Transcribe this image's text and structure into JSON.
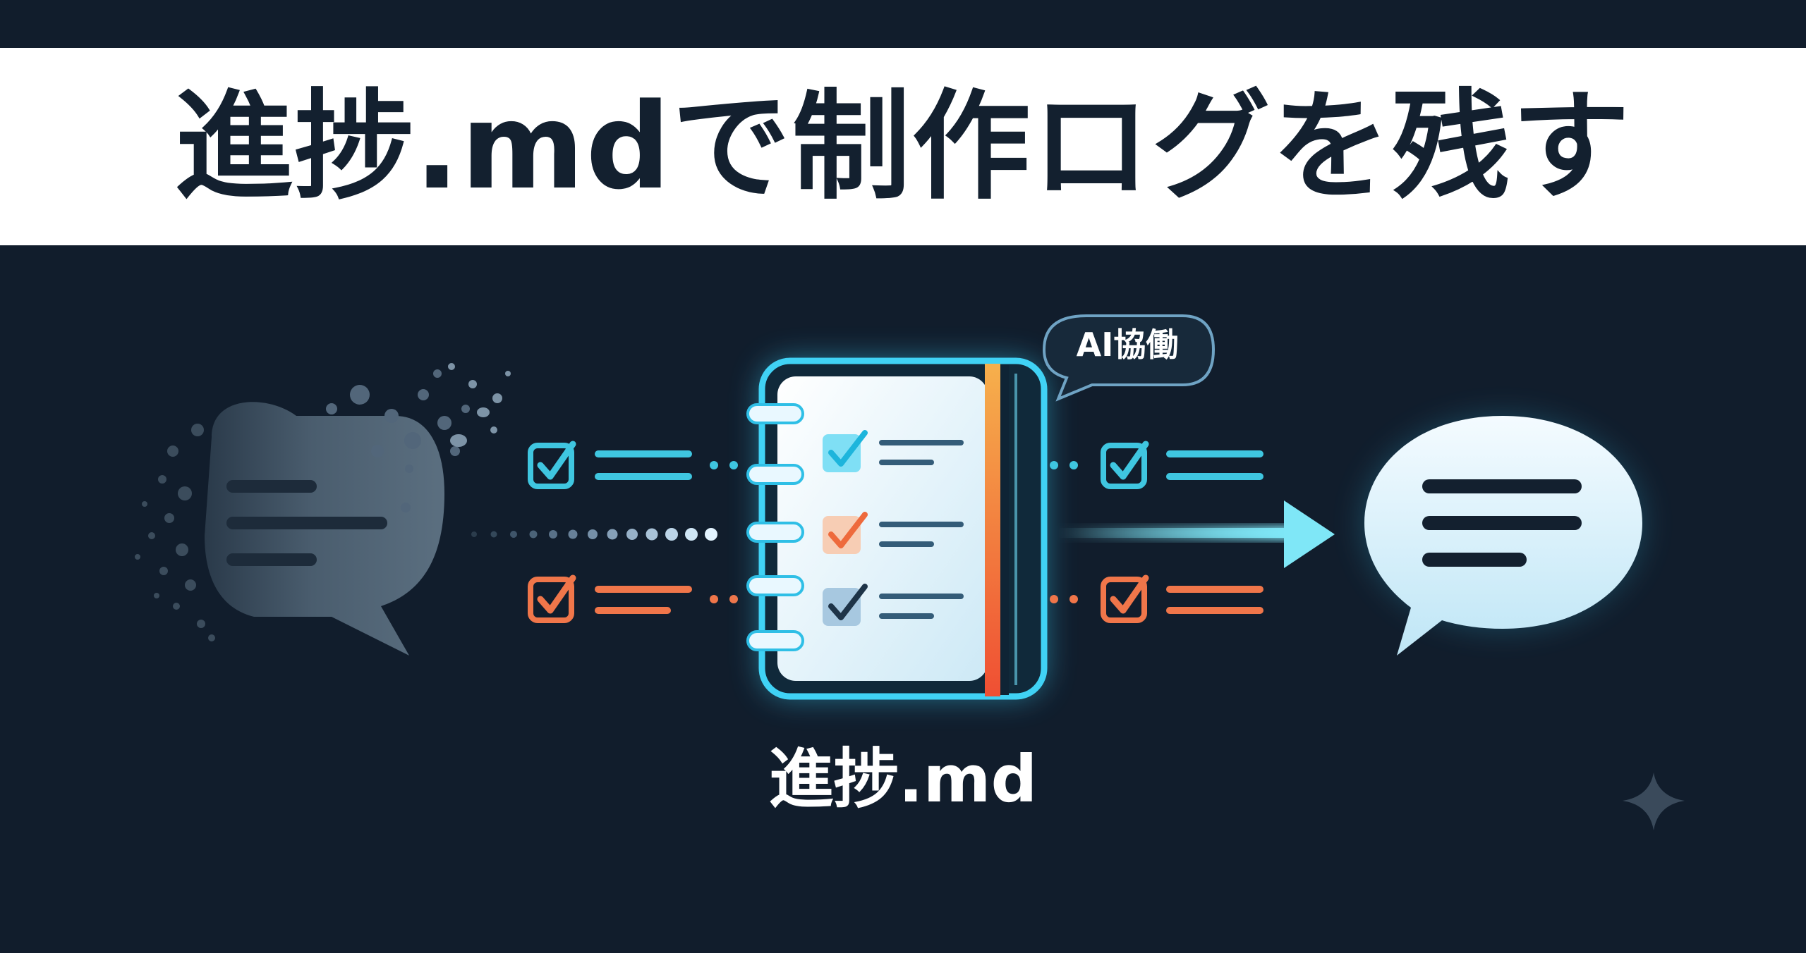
{
  "title": "進捗.mdで制作ログを残す",
  "caption": "進捗.md",
  "badge": "AI協働",
  "colors": {
    "background": "#111d2c",
    "title_band": "#ffffff",
    "title_text": "#13202f",
    "cyan": "#3fc6e0",
    "orange": "#f0764a",
    "fading_bubble": "#4f6373",
    "notebook_glow": "#37c6ee"
  },
  "icons": {
    "left": "fading-chat-bubble-icon",
    "center": "notebook-icon",
    "right": "chat-bubble-icon",
    "arrow": "arrow-right-icon",
    "corner": "sparkle-icon",
    "checkbox": "checkbox-checked-icon"
  }
}
